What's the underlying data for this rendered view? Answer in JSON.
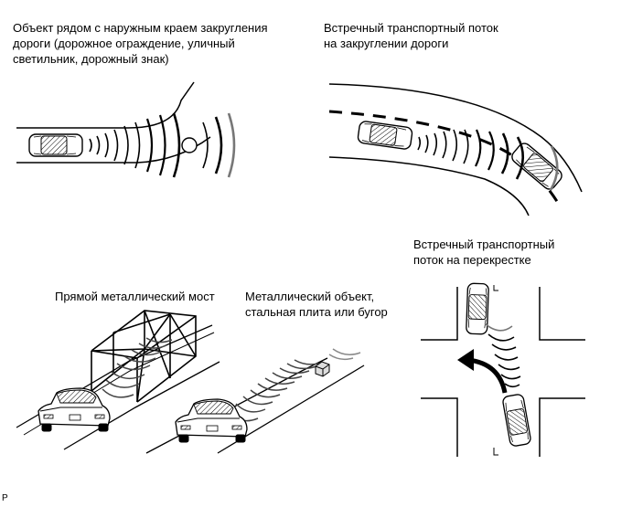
{
  "captions": {
    "outer_edge": [
      "Объект рядом с наружным краем закругления",
      "дороги (дорожное ограждение, уличный",
      "светильник, дорожный знак)"
    ],
    "oncoming_curve": [
      "Встречный транспортный поток",
      "на закруглении дороги"
    ],
    "oncoming_intersection": [
      "Встречный транспортный",
      "поток на перекрестке"
    ],
    "bridge": [
      "Прямой металлический мост"
    ],
    "metal_object": [
      "Металлический объект,",
      "стальная плита или бугор"
    ]
  },
  "corner_label": "P"
}
